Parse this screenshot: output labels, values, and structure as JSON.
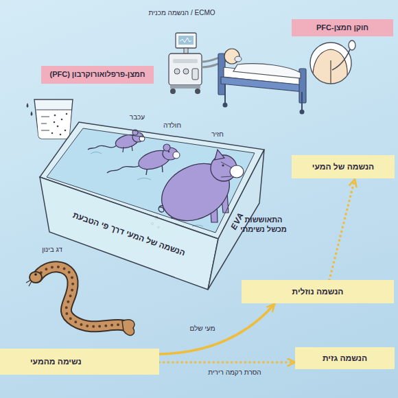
{
  "diagram": {
    "nodes": [
      {
        "text": [
          "חוקן חמצן-PFC"
        ]
      },
      {
        "text": [
          "חמצן-פרפלואורוקרבון (PFC)"
        ]
      },
      {
        "text": [
          "הנשמה של המעי דרך פי הטבעת",
          "EVA"
        ]
      },
      {
        "text": [
          "הנשמה של המעי"
        ]
      },
      {
        "text": [
          "הנשמה נוזלית"
        ]
      },
      {
        "text": [
          "נשימה מהמעי"
        ]
      },
      {
        "text": [
          "הנשמה גזית"
        ]
      }
    ],
    "edges": [
      {
        "from": 5,
        "to": 4,
        "label": "מעי שלם",
        "arrow": "to"
      },
      {
        "from": 5,
        "to": 6,
        "label": "הסרת רקמה רירית",
        "arrow": "to"
      },
      {
        "from": 4,
        "to": 3,
        "label": "התאוששות מכשל נשימתי",
        "arrow": "to"
      }
    ],
    "labels": [
      "ECMO / הנשמה מכנית",
      "עכבר",
      "חולדה",
      "חזיר",
      "דג בינון"
    ]
  }
}
